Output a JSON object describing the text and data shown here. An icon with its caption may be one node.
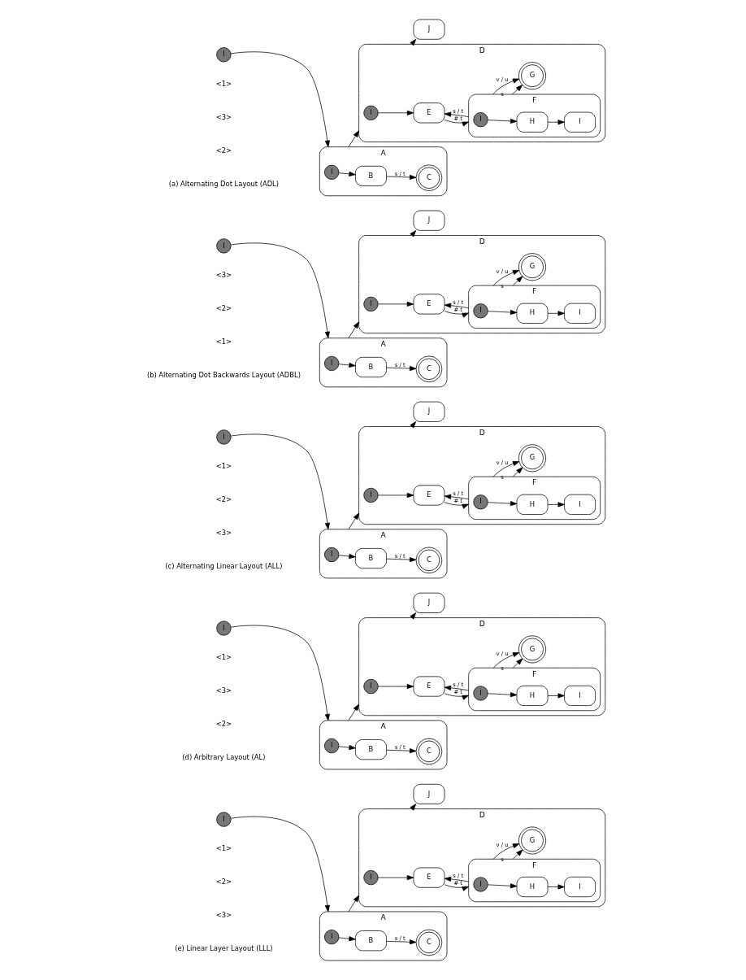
{
  "diagram": {
    "nodes": [
      {
        "text": [
          "I"
        ]
      },
      {
        "text": [
          "A"
        ]
      },
      {
        "text": [
          "I"
        ],
        "in": 1
      },
      {
        "text": [
          "B"
        ],
        "in": 1
      },
      {
        "text": [
          "C"
        ],
        "in": 1
      },
      {
        "text": [
          "D"
        ]
      },
      {
        "text": [
          "I"
        ],
        "in": 5
      },
      {
        "text": [
          "E"
        ],
        "in": 5
      },
      {
        "text": [
          "F"
        ],
        "in": 5
      },
      {
        "text": [
          "I"
        ],
        "in": 8
      },
      {
        "text": [
          "H"
        ],
        "in": 8
      },
      {
        "text": [
          "I"
        ],
        "in": 8
      },
      {
        "text": [
          "G"
        ],
        "in": 5
      },
      {
        "text": [
          "J"
        ]
      },
      {
        "text": [
          "I"
        ]
      },
      {
        "text": [
          "A"
        ]
      },
      {
        "text": [
          "I"
        ],
        "in": 15
      },
      {
        "text": [
          "B"
        ],
        "in": 15
      },
      {
        "text": [
          "C"
        ],
        "in": 15
      },
      {
        "text": [
          "D"
        ]
      },
      {
        "text": [
          "I"
        ],
        "in": 19
      },
      {
        "text": [
          "E"
        ],
        "in": 19
      },
      {
        "text": [
          "F"
        ],
        "in": 19
      },
      {
        "text": [
          "I"
        ],
        "in": 22
      },
      {
        "text": [
          "H"
        ],
        "in": 22
      },
      {
        "text": [
          "I"
        ],
        "in": 22
      },
      {
        "text": [
          "G"
        ],
        "in": 19
      },
      {
        "text": [
          "J"
        ]
      },
      {
        "text": [
          "I"
        ]
      },
      {
        "text": [
          "A"
        ]
      },
      {
        "text": [
          "I"
        ],
        "in": 29
      },
      {
        "text": [
          "B"
        ],
        "in": 29
      },
      {
        "text": [
          "C"
        ],
        "in": 29
      },
      {
        "text": [
          "D"
        ]
      },
      {
        "text": [
          "I"
        ],
        "in": 33
      },
      {
        "text": [
          "E"
        ],
        "in": 33
      },
      {
        "text": [
          "F"
        ],
        "in": 33
      },
      {
        "text": [
          "I"
        ],
        "in": 36
      },
      {
        "text": [
          "H"
        ],
        "in": 36
      },
      {
        "text": [
          "I"
        ],
        "in": 36
      },
      {
        "text": [
          "G"
        ],
        "in": 33
      },
      {
        "text": [
          "J"
        ]
      },
      {
        "text": [
          "I"
        ]
      },
      {
        "text": [
          "A"
        ]
      },
      {
        "text": [
          "I"
        ],
        "in": 43
      },
      {
        "text": [
          "B"
        ],
        "in": 43
      },
      {
        "text": [
          "C"
        ],
        "in": 43
      },
      {
        "text": [
          "D"
        ]
      },
      {
        "text": [
          "I"
        ],
        "in": 47
      },
      {
        "text": [
          "E"
        ],
        "in": 47
      },
      {
        "text": [
          "F"
        ],
        "in": 47
      },
      {
        "text": [
          "I"
        ],
        "in": 50
      },
      {
        "text": [
          "H"
        ],
        "in": 50
      },
      {
        "text": [
          "I"
        ],
        "in": 50
      },
      {
        "text": [
          "G"
        ],
        "in": 47
      },
      {
        "text": [
          "J"
        ]
      },
      {
        "text": [
          "I"
        ]
      },
      {
        "text": [
          "A"
        ]
      },
      {
        "text": [
          "I"
        ],
        "in": 57
      },
      {
        "text": [
          "B"
        ],
        "in": 57
      },
      {
        "text": [
          "C"
        ],
        "in": 57
      },
      {
        "text": [
          "D"
        ]
      },
      {
        "text": [
          "I"
        ],
        "in": 61
      },
      {
        "text": [
          "E"
        ],
        "in": 61
      },
      {
        "text": [
          "F"
        ],
        "in": 61
      },
      {
        "text": [
          "I"
        ],
        "in": 64
      },
      {
        "text": [
          "H"
        ],
        "in": 64
      },
      {
        "text": [
          "I"
        ],
        "in": 64
      },
      {
        "text": [
          "G"
        ],
        "in": 61
      },
      {
        "text": [
          "J"
        ]
      }
    ],
    "edges": [
      {
        "from": 0,
        "to": 1,
        "arrow": "to"
      },
      {
        "from": 2,
        "to": 3,
        "arrow": "to"
      },
      {
        "from": 3,
        "to": 4,
        "arrow": "to",
        "label": "s / t"
      },
      {
        "from": 1,
        "to": 5,
        "arrow": "to"
      },
      {
        "from": 6,
        "to": 7,
        "arrow": "to"
      },
      {
        "from": 7,
        "to": 8,
        "arrow": "to",
        "label": "# t"
      },
      {
        "from": 8,
        "to": 7,
        "arrow": "to",
        "label": "s / t"
      },
      {
        "from": 9,
        "to": 10,
        "arrow": "to"
      },
      {
        "from": 10,
        "to": 11,
        "arrow": "to"
      },
      {
        "from": 8,
        "to": 12,
        "arrow": "to",
        "label": "s"
      },
      {
        "from": 8,
        "to": 12,
        "arrow": "to",
        "label": "v / u"
      },
      {
        "from": 5,
        "to": 13,
        "arrow": "to"
      },
      {
        "from": 14,
        "to": 15,
        "arrow": "to"
      },
      {
        "from": 16,
        "to": 17,
        "arrow": "to"
      },
      {
        "from": 17,
        "to": 18,
        "arrow": "to",
        "label": "s / t"
      },
      {
        "from": 15,
        "to": 19,
        "arrow": "to"
      },
      {
        "from": 20,
        "to": 21,
        "arrow": "to"
      },
      {
        "from": 21,
        "to": 22,
        "arrow": "to",
        "label": "# t"
      },
      {
        "from": 22,
        "to": 21,
        "arrow": "to",
        "label": "s / t"
      },
      {
        "from": 23,
        "to": 24,
        "arrow": "to"
      },
      {
        "from": 24,
        "to": 25,
        "arrow": "to"
      },
      {
        "from": 22,
        "to": 26,
        "arrow": "to",
        "label": "s"
      },
      {
        "from": 22,
        "to": 26,
        "arrow": "to",
        "label": "v / u"
      },
      {
        "from": 19,
        "to": 27,
        "arrow": "to"
      },
      {
        "from": 28,
        "to": 29,
        "arrow": "to"
      },
      {
        "from": 30,
        "to": 31,
        "arrow": "to"
      },
      {
        "from": 31,
        "to": 32,
        "arrow": "to",
        "label": "s / t"
      },
      {
        "from": 29,
        "to": 33,
        "arrow": "to"
      },
      {
        "from": 34,
        "to": 35,
        "arrow": "to"
      },
      {
        "from": 35,
        "to": 36,
        "arrow": "to",
        "label": "# t"
      },
      {
        "from": 36,
        "to": 35,
        "arrow": "to",
        "label": "s / t"
      },
      {
        "from": 37,
        "to": 38,
        "arrow": "to"
      },
      {
        "from": 38,
        "to": 39,
        "arrow": "to"
      },
      {
        "from": 36,
        "to": 40,
        "arrow": "to",
        "label": "s"
      },
      {
        "from": 36,
        "to": 40,
        "arrow": "to",
        "label": "v / u"
      },
      {
        "from": 33,
        "to": 41,
        "arrow": "to"
      },
      {
        "from": 42,
        "to": 43,
        "arrow": "to"
      },
      {
        "from": 44,
        "to": 45,
        "arrow": "to"
      },
      {
        "from": 45,
        "to": 46,
        "arrow": "to",
        "label": "s / t"
      },
      {
        "from": 43,
        "to": 47,
        "arrow": "to"
      },
      {
        "from": 48,
        "to": 49,
        "arrow": "to"
      },
      {
        "from": 49,
        "to": 50,
        "arrow": "to",
        "label": "# t"
      },
      {
        "from": 50,
        "to": 49,
        "arrow": "to",
        "label": "s / t"
      },
      {
        "from": 51,
        "to": 52,
        "arrow": "to"
      },
      {
        "from": 52,
        "to": 53,
        "arrow": "to"
      },
      {
        "from": 50,
        "to": 54,
        "arrow": "to",
        "label": "s"
      },
      {
        "from": 50,
        "to": 54,
        "arrow": "to",
        "label": "v / u"
      },
      {
        "from": 47,
        "to": 55,
        "arrow": "to"
      },
      {
        "from": 56,
        "to": 57,
        "arrow": "to"
      },
      {
        "from": 58,
        "to": 59,
        "arrow": "to"
      },
      {
        "from": 59,
        "to": 60,
        "arrow": "to",
        "label": "s / t"
      },
      {
        "from": 57,
        "to": 61,
        "arrow": "to"
      },
      {
        "from": 62,
        "to": 63,
        "arrow": "to"
      },
      {
        "from": 63,
        "to": 64,
        "arrow": "to",
        "label": "# t"
      },
      {
        "from": 64,
        "to": 63,
        "arrow": "to",
        "label": "s / t"
      },
      {
        "from": 65,
        "to": 66,
        "arrow": "to"
      },
      {
        "from": 66,
        "to": 67,
        "arrow": "to"
      },
      {
        "from": 64,
        "to": 68,
        "arrow": "to",
        "label": "s"
      },
      {
        "from": 64,
        "to": 68,
        "arrow": "to",
        "label": "v / u"
      },
      {
        "from": 61,
        "to": 69,
        "arrow": "to"
      }
    ],
    "labels": [
      "<1>",
      "<3>",
      "<2>",
      "(a) Alternating Dot Layout (ADL)",
      "<3>",
      "<2>",
      "<1>",
      "(b) Alternating Dot Backwards Layout (ADBL)",
      "<1>",
      "<2>",
      "<3>",
      "(c) Alternating Linear Layout (ALL)",
      "<1>",
      "<3>",
      "<2>",
      "(d) Arbitrary Layout (AL)",
      "<1>",
      "<2>",
      "<3>",
      "(e) Linear Layer Layout (LLL)"
    ]
  }
}
